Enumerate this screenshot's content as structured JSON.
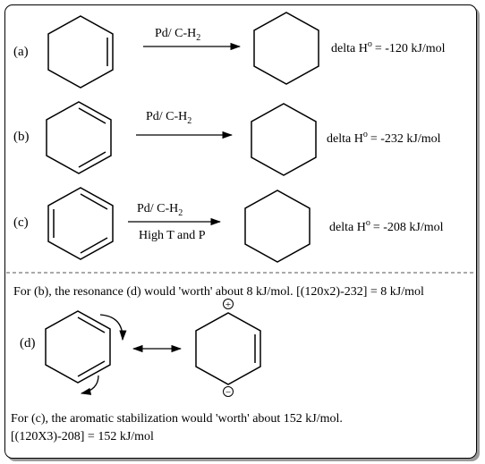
{
  "rows": [
    {
      "label": "(a)",
      "catalyst_main": "Pd/ C-H",
      "catalyst_sub": "2",
      "conditions": "",
      "enthalpy_prefix": "delta H",
      "enthalpy_sup": "o",
      "enthalpy_value": "= -120 kJ/mol"
    },
    {
      "label": "(b)",
      "catalyst_main": "Pd/ C-H",
      "catalyst_sub": "2",
      "conditions": "",
      "enthalpy_prefix": "delta H",
      "enthalpy_sup": "o",
      "enthalpy_value": "= -232 kJ/mol"
    },
    {
      "label": "(c)",
      "catalyst_main": "Pd/ C-H",
      "catalyst_sub": "2",
      "conditions": "High T and P",
      "enthalpy_prefix": "delta H",
      "enthalpy_sup": "o",
      "enthalpy_value": "= -208 kJ/mol"
    }
  ],
  "resonance": {
    "text": "For (b), the resonance (d) would 'worth' about 8 kJ/mol. [(120x2)-232] = 8 kJ/mol",
    "label": "(d)",
    "plus_charge": "+",
    "minus_charge": "−"
  },
  "aromatic": {
    "line1": "For (c), the aromatic stabilization would 'worth' about 152 kJ/mol.",
    "line2": "[(120X3)-208] = 152 kJ/mol"
  }
}
